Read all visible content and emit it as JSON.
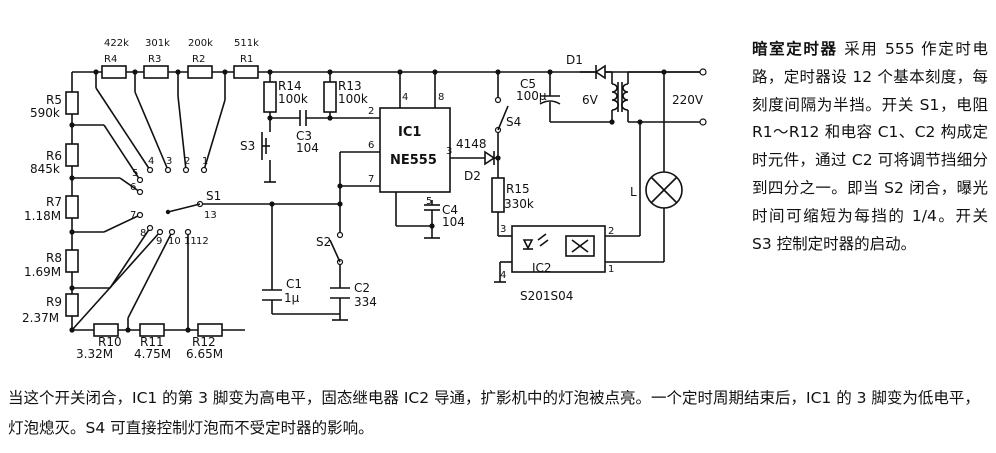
{
  "article": {
    "title": "暗室定时器",
    "side_text": "采用 555 作定时电路，定时器设 12 个基本刻度，每刻度间隔为半挡。开关 S1，电阻 R1～R12 和电容 C1、C2 构成定时元件，通过 C2 可将调节挡细分到四分之一。即当 S2 闭合，曝光时间可缩短为每挡的 1/4。开关 S3 控制定时器的启动。",
    "bottom_text": "当这个开关闭合，IC1 的第 3 脚变为高电平，固态继电器 IC2 导通，扩影机中的灯泡被点亮。一个定时周期结束后，IC1 的 3 脚变为低电平，灯泡熄灭。S4 可直接控制灯泡而不受定时器的影响。"
  },
  "schematic": {
    "resistors": {
      "r1": {
        "name": "R1",
        "value": "511k"
      },
      "r2": {
        "name": "R2",
        "value": "200k"
      },
      "r3": {
        "name": "R3",
        "value": "301k"
      },
      "r4": {
        "name": "R4",
        "value": "422k"
      },
      "r5": {
        "name": "R5",
        "value": "590k"
      },
      "r6": {
        "name": "R6",
        "value": "845k"
      },
      "r7": {
        "name": "R7",
        "value": "1.18M"
      },
      "r8": {
        "name": "R8",
        "value": "1.69M"
      },
      "r9": {
        "name": "R9",
        "value": "2.37M"
      },
      "r10": {
        "name": "R10",
        "value": "3.32M"
      },
      "r11": {
        "name": "R11",
        "value": "4.75M"
      },
      "r12": {
        "name": "R12",
        "value": "6.65M"
      },
      "r13": {
        "name": "R13",
        "value": "100k"
      },
      "r14": {
        "name": "R14",
        "value": "100k"
      },
      "r15": {
        "name": "R15",
        "value": "330k"
      }
    },
    "capacitors": {
      "c1": {
        "name": "C1",
        "value": "1μ"
      },
      "c2": {
        "name": "C2",
        "value": "334"
      },
      "c3": {
        "name": "C3",
        "value": "104"
      },
      "c4": {
        "name": "C4",
        "value": "104"
      },
      "c5": {
        "name": "C5",
        "value": "100μ"
      }
    },
    "diodes": {
      "d1": {
        "name": "D1"
      },
      "d2": {
        "name": "D2",
        "value": "4148"
      }
    },
    "switches": {
      "s1": "S1",
      "s2": "S2",
      "s3": "S3",
      "s4": "S4"
    },
    "selector_positions": [
      "1",
      "2",
      "3",
      "4",
      "5",
      "6",
      "7",
      "8",
      "9",
      "10",
      "11",
      "12",
      "13"
    ],
    "ic1": {
      "name": "IC1",
      "part": "NE555",
      "pins": [
        "2",
        "3",
        "4",
        "5",
        "6",
        "7",
        "8"
      ]
    },
    "ic2": {
      "name": "IC2",
      "part": "S201S04",
      "pins": [
        "1",
        "2",
        "3",
        "4"
      ]
    },
    "supply": {
      "dc": "6V",
      "ac": "220V"
    },
    "lamp": {
      "label": "L"
    }
  }
}
